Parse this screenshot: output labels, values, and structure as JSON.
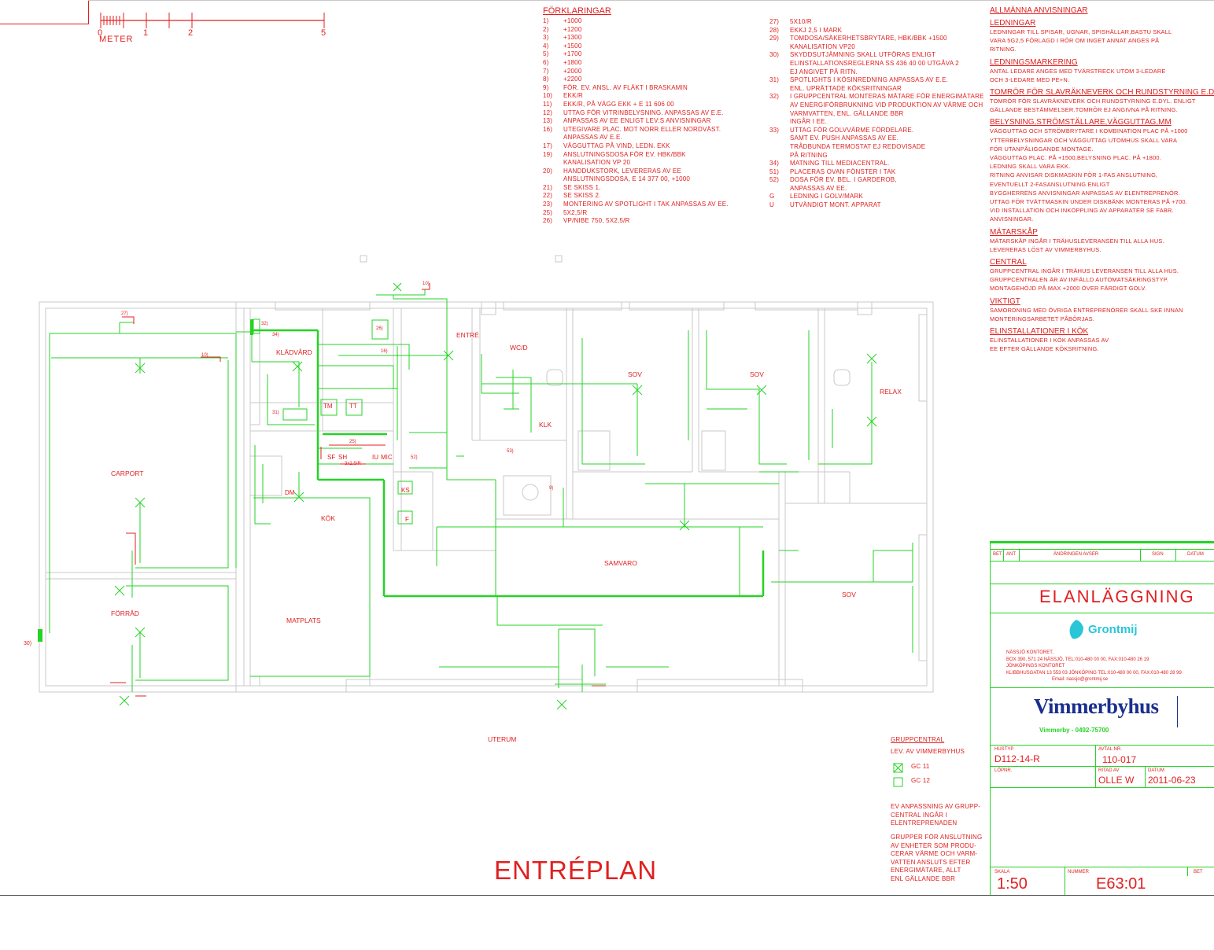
{
  "scale_bar": {
    "ticks": [
      "0",
      "1",
      "2",
      "5"
    ],
    "unit": "METER"
  },
  "legend": {
    "title": "FÖRKLARINGAR",
    "col1": [
      {
        "n": "1)",
        "t": "+1000"
      },
      {
        "n": "2)",
        "t": "+1200"
      },
      {
        "n": "3)",
        "t": "+1300"
      },
      {
        "n": "4)",
        "t": "+1500"
      },
      {
        "n": "5)",
        "t": "+1700"
      },
      {
        "n": "6)",
        "t": "+1800"
      },
      {
        "n": "7)",
        "t": "+2000"
      },
      {
        "n": "8)",
        "t": "+2200"
      },
      {
        "n": "9)",
        "t": "FÖR. EV. ANSL. AV FLÄKT I BRASKAMIN"
      },
      {
        "n": "10)",
        "t": "EKK/R"
      },
      {
        "n": "11)",
        "t": "EKK/R, PÅ VÄGG EKK + E 11 606 00"
      },
      {
        "n": "12)",
        "t": "UTTAG FÖR VITRINBELYSNING. ANPASSAS AV E.E."
      },
      {
        "n": "13)",
        "t": "ANPASSAS AV EE ENLIGT LEV:S ANVISNINGAR"
      },
      {
        "n": "16)",
        "t": "UTEGIVARE PLAC. MOT NORR ELLER NORDVÄST."
      },
      {
        "n": "",
        "t": "ANPASSAS AV E.E."
      },
      {
        "n": "17)",
        "t": "VÄGGUTTAG PÅ VIND, LEDN. EKK"
      },
      {
        "n": "19)",
        "t": "ANSLUTNINGSDOSA FÖR EV. HBK/BBK"
      },
      {
        "n": "",
        "t": "KANALISATION VP 20"
      },
      {
        "n": "20)",
        "t": "HANDDUKSTORK, LEVERERAS AV EE"
      },
      {
        "n": "",
        "t": "ANSLUTNINGSDOSA, E 14 377 00, +1000"
      },
      {
        "n": "21)",
        "t": "SE SKISS 1."
      },
      {
        "n": "22)",
        "t": "SE SKISS 2."
      },
      {
        "n": "23)",
        "t": "MONTERING AV SPOTLIGHT I TAK ANPASSAS AV EE."
      },
      {
        "n": "25)",
        "t": "5x2,5/R"
      },
      {
        "n": "26)",
        "t": "VP/NIBE 750, 5x2,5/R"
      }
    ],
    "col2": [
      {
        "n": "27)",
        "t": "5x10/R"
      },
      {
        "n": "28)",
        "t": "EKKJ 2,5 I MARK"
      },
      {
        "n": "29)",
        "t": "TOMDOSA/SÄKERHETSBRYTARE, HBK/BBK +1500"
      },
      {
        "n": "",
        "t": "KANALISATION VP20"
      },
      {
        "n": "30)",
        "t": "SKYDDSUTJÄMNING SKALL UTFÖRAS ENLIGT"
      },
      {
        "n": "",
        "t": "ELINSTALLATIONSREGLERNA SS 436 40 00 UTGÅVA 2"
      },
      {
        "n": "",
        "t": "EJ ANGIVET PÅ RITN."
      },
      {
        "n": "31)",
        "t": "SPOTLIGHTS I KÖSINREDNING ANPASSAS AV E.E."
      },
      {
        "n": "",
        "t": "ENL. UPRÄTTADE KÖKSRITNINGAR"
      },
      {
        "n": "32)",
        "t": "I GRUPPCENTRAL MONTERAS MÄTARE FÖR ENERGIMÄTARE"
      },
      {
        "n": "",
        "t": "AV ENERGIFÖRBRUKNING VID PRODUKTION AV VÄRME OCH"
      },
      {
        "n": "",
        "t": "VARMVATTEN, ENL. GÄLLANDE BBR"
      },
      {
        "n": "",
        "t": "INGÅR I EE."
      },
      {
        "n": "33)",
        "t": "UTTAG FÖR GOLVVÄRME FÖRDELARE."
      },
      {
        "n": "",
        "t": "SAMT EV. PUSH ANPASSAS AV EE."
      },
      {
        "n": "",
        "t": "TRÅDBUNDA TERMOSTAT EJ REDOVISADE"
      },
      {
        "n": "",
        "t": "PÅ RITNING"
      },
      {
        "n": "34)",
        "t": "MATNING TILL MEDIACENTRAL."
      },
      {
        "n": "51)",
        "t": "PLACERAS OVAN FÖNSTER I TAK"
      },
      {
        "n": "52)",
        "t": "DOSA FÖR EV. BEL. I GARDEROB,"
      },
      {
        "n": "",
        "t": "ANPASSAS AV EE."
      },
      {
        "n": "G",
        "t": "LEDNING I GOLV/MARK"
      },
      {
        "n": "U",
        "t": "UTVÄNDIGT MONT. APPARAT"
      }
    ]
  },
  "instructions": {
    "title": "ALLMÄNNA ANVISNINGAR",
    "sections": [
      {
        "heading": "LEDNINGAR",
        "lines": [
          "LEDNINGAR TILL SPISAR, UGNAR, SPISHÄLLAR,BASTU SKALL",
          "VARA 5G2,5 FÖRLAGD I RÖR OM INGET ANNAT ANGES PÅ",
          "RITNING."
        ]
      },
      {
        "heading": "LEDNINGSMARKERING",
        "lines": [
          "ANTAL LEDARE ANGES MED TVÄRSTRECK UTOM 3-LEDARE",
          "OCH 3-LEDARE MED PE+N."
        ]
      },
      {
        "heading": "TOMRÖR FÖR SLAVRÄKNEVERK OCH RUNDSTYRNING E.DYL.",
        "lines": [
          "TOMRÖR FÖR SLAVRÄKNEVERK OCH RUNDSTYRNING E.DYL. ENLIGT",
          "GÄLLANDE BESTÄMMELSER.TOMRÖR EJ ANGIVNA PÅ RITNING."
        ]
      },
      {
        "heading": "BELYSNING,STRÖMSTÄLLARE,VÄGGUTTAG,MM",
        "lines": [
          "VÄGGUTTAG OCH STRÖMBRYTARE I KOMBINATION PLAC PÅ +1000",
          "YTTERBELYSNINGAR OCH VÄGGUTTAG UTOMHUS SKALL VARA",
          "FÖR UTANPÅLIGGANDE MONTAGE.",
          "VÄGGUTTAG PLAC. PÅ +1500,BELYSNING PLAC. PÅ +1800.",
          "LEDNING SKALL VARA EKK.",
          "RITNING ANVISAR DISKMASKIN FÖR 1-FAS ANSLUTNING,",
          "EVENTUELLT 2-FASANSLUTNING ENLIGT",
          "BYGGHERRENS ANVISNINGAR ANPASSAS AV ELENTREPRENÖR.",
          "UTTAG FÖR TVÄTTMASKIN UNDER DISKBÄNK MONTERAS PÅ +700.",
          "VID INSTALLATION OCH INKOPPLING AV APPARATER SE FABR.",
          "ANVISNINGAR."
        ]
      },
      {
        "heading": "MÄTARSKÅP",
        "lines": [
          "MÄTARSKÅP INGÅR I TRÄHUSLEVERANSEN TILL ALLA HUS.",
          "LEVERERAS LÖST AV VIMMERBYHUS."
        ]
      },
      {
        "heading": "CENTRAL",
        "lines": [
          "GRUPPCENTRAL INGÅR I TRÄHUS LEVERANSEN TILL ALLA HUS.",
          "GRUPPCENTRALEN ÄR AV INFÄLLD AUTOMATSÄKRINGSTYP.",
          "MONTAGEHÖJD PÅ MAX +2000 ÖVER FÄRDIGT GOLV."
        ]
      },
      {
        "heading": "VIKTIGT",
        "lines": [
          "SAMORDNING MED ÖVRIGA ENTREPRENÖRER SKALL SKE INNAN",
          "MONTERINGSARBETET PÅBÖRJAS."
        ]
      },
      {
        "heading": "ELINSTALLATIONER I KÖK",
        "lines": [
          "ELINSTALLATIONER I KÖK ANPASSAS AV",
          "EE EFTER GÄLLANDE KÖKSRITNING."
        ]
      }
    ]
  },
  "rooms": {
    "carport": "CARPORT",
    "forrad": "FÖRRÅD",
    "matplats": "MATPLATS",
    "kok": "KÖK",
    "kladvard": "KLÄDVÅRD",
    "entre": "ENTRÉ",
    "wcd": "WC/D",
    "klk": "KLK",
    "sov1": "SOV",
    "sov2": "SOV",
    "sov3": "SOV",
    "relax": "RELAX",
    "samvaro": "SAMVARO",
    "uterum": "UTERUM"
  },
  "plan_labels": {
    "tm": "TM",
    "tt": "TT",
    "sf": "SF",
    "sh": "SH",
    "iu": "IU",
    "mic": "MIC",
    "dm": "DM",
    "ks": "KS",
    "f": "F",
    "n25": "25)",
    "n25b": "3x2,5/R",
    "n27": "27)",
    "n10a": "10)",
    "n10b": "10)",
    "n32": "32)",
    "n34": "34)",
    "n26": "26)",
    "n16": "16)",
    "n52": "52)",
    "n53": "53)",
    "n31": "31)",
    "n30": "30)",
    "n9": "9)"
  },
  "drawing_title": "ENTRÉPLAN",
  "group_central": {
    "title": "GRUPPCENTRAL",
    "subtitle": "LEV. AV VIMMERBYHUS",
    "items": [
      {
        "label": "GC 11",
        "checked": true
      },
      {
        "label": "GC 12",
        "checked": false
      }
    ],
    "note1": [
      "EV ANPASSNING AV GRUPP-",
      "CENTRAL INGÅR I",
      "ELENTREPRENADEN"
    ],
    "note2": [
      "GRUPPER FÖR ANSLUTNING",
      "AV ENHETER SOM PRODU-",
      "CERAR VÄRME OCH VARM-",
      "VATTEN ANSLUTS EFTER",
      "ENERGIMÄTARE, ALLT",
      "ENL GÄLLANDE BBR"
    ]
  },
  "title_block": {
    "rev_headers": [
      "BET",
      "ANT",
      "ÄNDRINGEN AVSER",
      "SIGN",
      "DATUM"
    ],
    "title": "ELANLÄGGNING",
    "company_logo": "Grontmij",
    "office_lines": [
      "NÄSSJÖ KONTORET,",
      "BOX 390, 571 24 NÄSSJÖ, TEL:010-480 00 00, FAX:010-480 26 19",
      "JÖNKÖPINGS KONTORET",
      "KLIBBHUSGATAN 13 553 03 JÖNKÖPING TEL:010-480 00 00, FAX:010-480 28 99",
      "Email: nassjo@grontmij.se"
    ],
    "client_logo": "Vimmerbyhus",
    "client_phone": "Vimmerby - 0492-75700",
    "hustyp_label": "HUSTYP",
    "hustyp": "D112-14-R",
    "avtal_label": "AVTAL NR.",
    "avtal": "110-017",
    "lopnr_label": "LÖPNR.",
    "ritad_label": "RITAD AV",
    "ritad": "OLLE W",
    "datum_label": "DATUM",
    "datum": "2011-06-23",
    "skala_label": "SKALA",
    "skala": "1:50",
    "nummer_label": "NUMMER",
    "nummer": "E63:01",
    "bet_label": "BET"
  },
  "colors": {
    "red": "#e02020",
    "green": "#25d325",
    "wall": "#c8c8c8"
  }
}
